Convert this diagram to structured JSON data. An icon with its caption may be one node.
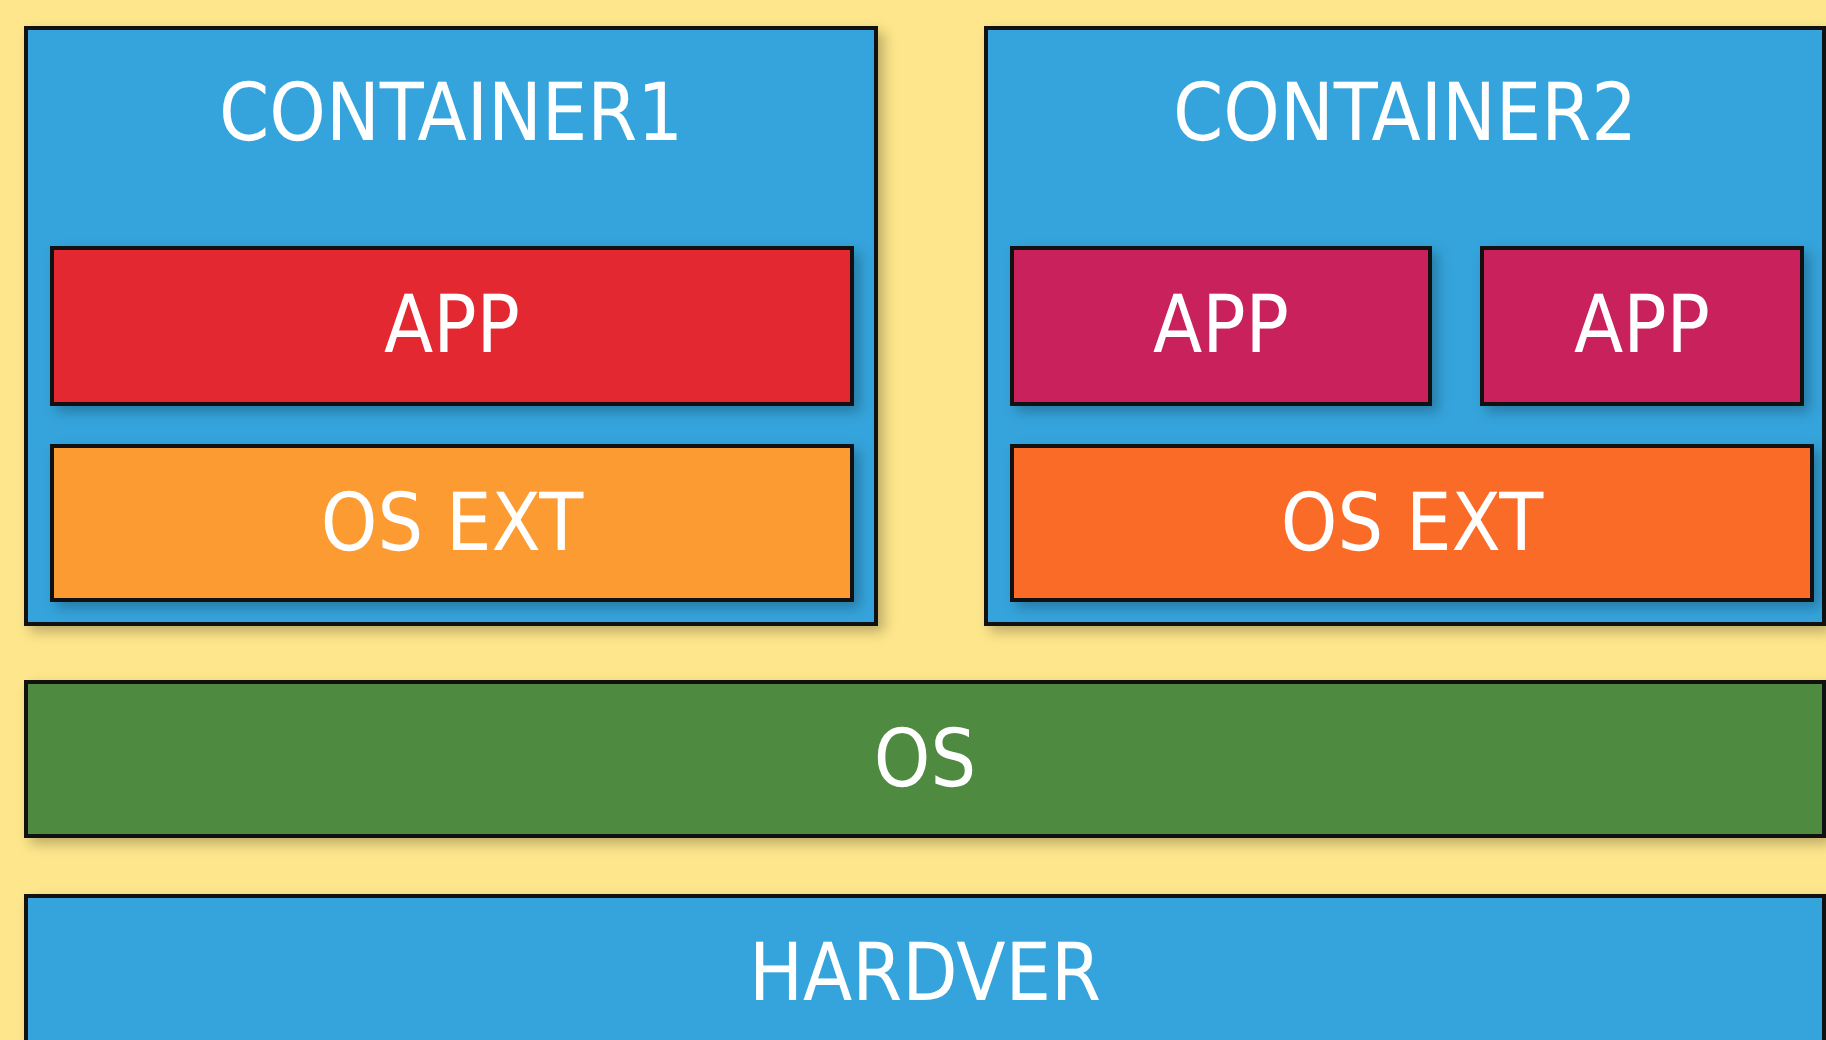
{
  "diagram": {
    "nodes": [
      {
        "text": [
          "CONTAINER1"
        ]
      },
      {
        "text": [
          "APP"
        ],
        "in": 0
      },
      {
        "text": [
          "OS EXT"
        ],
        "in": 0
      },
      {
        "text": [
          "CONTAINER2"
        ]
      },
      {
        "text": [
          "APP"
        ],
        "in": 3
      },
      {
        "text": [
          "APP"
        ],
        "in": 3
      },
      {
        "text": [
          "OS EXT"
        ],
        "in": 3
      },
      {
        "text": [
          "OS"
        ]
      },
      {
        "text": [
          "HARDVER"
        ]
      }
    ]
  }
}
